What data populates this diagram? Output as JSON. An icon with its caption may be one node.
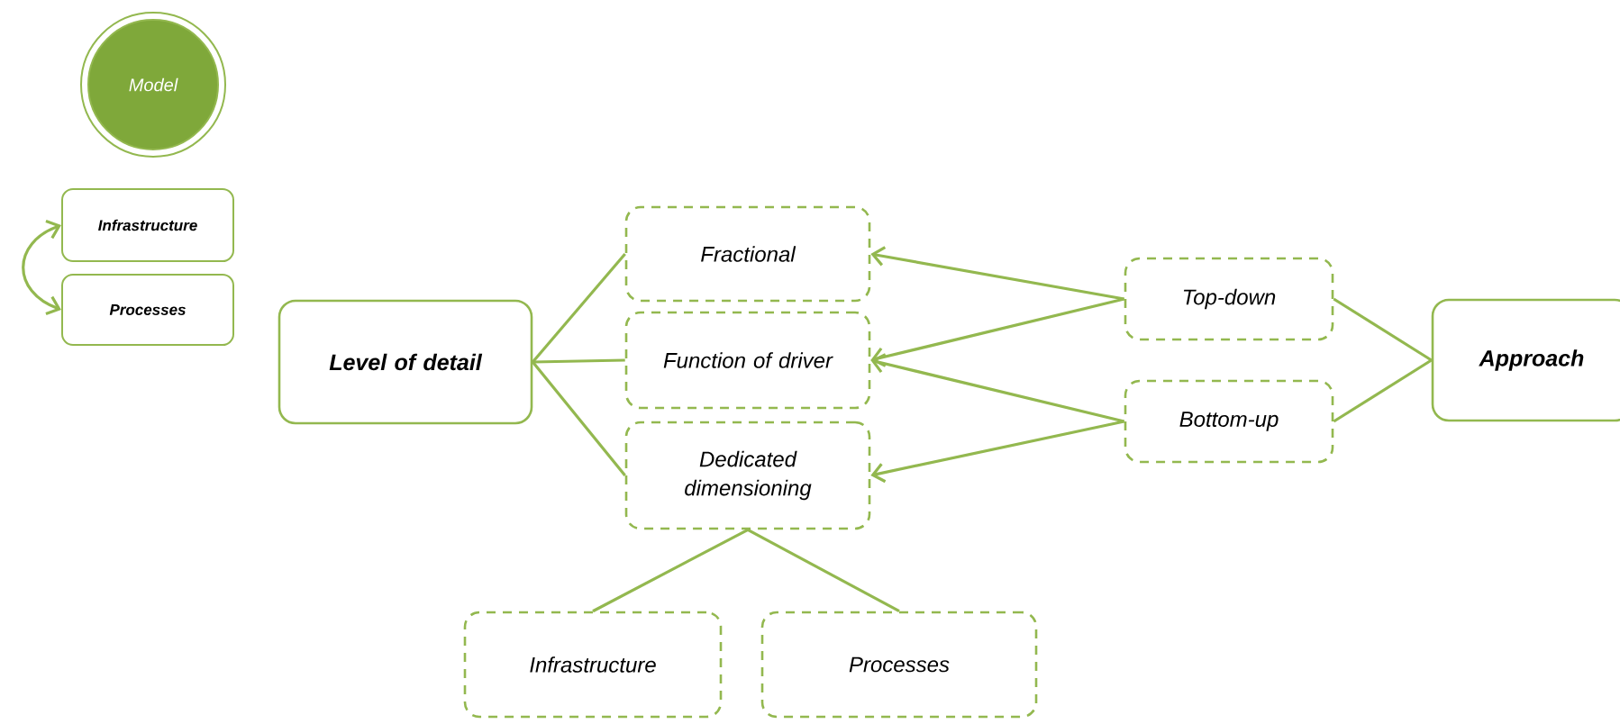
{
  "diagram": {
    "nodes": [
      {
        "text": [
          "Model"
        ]
      },
      {
        "text": [
          "Infrastructure"
        ]
      },
      {
        "text": [
          "Processes"
        ]
      },
      {
        "text": [
          "Level of detail"
        ]
      },
      {
        "text": [
          "Fractional"
        ]
      },
      {
        "text": [
          "Function of driver"
        ]
      },
      {
        "text": [
          "Dedicated dimensioning"
        ]
      },
      {
        "text": [
          "Top-down"
        ]
      },
      {
        "text": [
          "Bottom-up"
        ]
      },
      {
        "text": [
          "Approach"
        ]
      },
      {
        "text": [
          "Infrastructure"
        ]
      },
      {
        "text": [
          "Processes"
        ]
      }
    ],
    "edges": [
      {
        "from": 1,
        "to": 2,
        "arrow": "both"
      },
      {
        "from": 3,
        "to": 4,
        "arrow": "none"
      },
      {
        "from": 3,
        "to": 5,
        "arrow": "none"
      },
      {
        "from": 3,
        "to": 6,
        "arrow": "none"
      },
      {
        "from": 7,
        "to": 4,
        "arrow": "to"
      },
      {
        "from": 7,
        "to": 5,
        "arrow": "to"
      },
      {
        "from": 8,
        "to": 5,
        "arrow": "to"
      },
      {
        "from": 8,
        "to": 6,
        "arrow": "to"
      },
      {
        "from": 9,
        "to": 7,
        "arrow": "none"
      },
      {
        "from": 9,
        "to": 8,
        "arrow": "none"
      },
      {
        "from": 6,
        "to": 10,
        "arrow": "none"
      },
      {
        "from": 6,
        "to": 11,
        "arrow": "none"
      }
    ]
  }
}
